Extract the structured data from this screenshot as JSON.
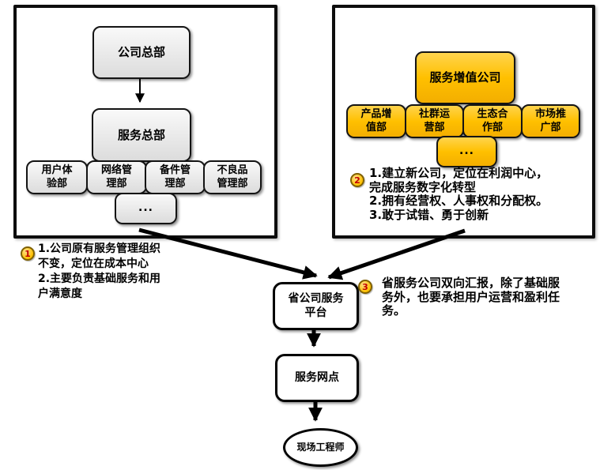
{
  "left_panel": {
    "root": "公司总部",
    "sub_root": "服务总部",
    "departments": [
      "用户体\n验部",
      "网络管\n理部",
      "备件管\n理部",
      "不良品\n管理部"
    ],
    "more": "..."
  },
  "right_panel": {
    "root": "服务增值公司",
    "departments": [
      "产品增\n值部",
      "社群运\n营部",
      "生态合\n作部",
      "市场推\n广部"
    ],
    "more": "..."
  },
  "flow": {
    "platform": "省公司服务\n平台",
    "outlet": "服务网点",
    "engineer": "现场工程师"
  },
  "annotations": [
    {
      "number": "1",
      "text": "1.公司原有服务管理组织\n不变，定位在成本中心\n2.主要负责基础服务和用\n户满意度"
    },
    {
      "number": "2",
      "text": "1.建立新公司，定位在利润中心，\n完成服务数字化转型\n2.拥有经营权、人事权和分配权。\n3.敢于试错、勇于创新"
    },
    {
      "number": "3",
      "text": "省服务公司双向汇报，除了基础服\n务外，也要承担用户运营和盈利任\n务。"
    }
  ],
  "colors": {
    "yellow_node": "#FFC000",
    "gray_node": "#E7E7E7",
    "panel_border": "#0D0D0D",
    "annotation_circle_fill": "#FFC000",
    "annotation_circle_border": "#7F6000",
    "annotation_number": "#C00000",
    "arrow": "#000000",
    "background": "#FFFFFF"
  }
}
